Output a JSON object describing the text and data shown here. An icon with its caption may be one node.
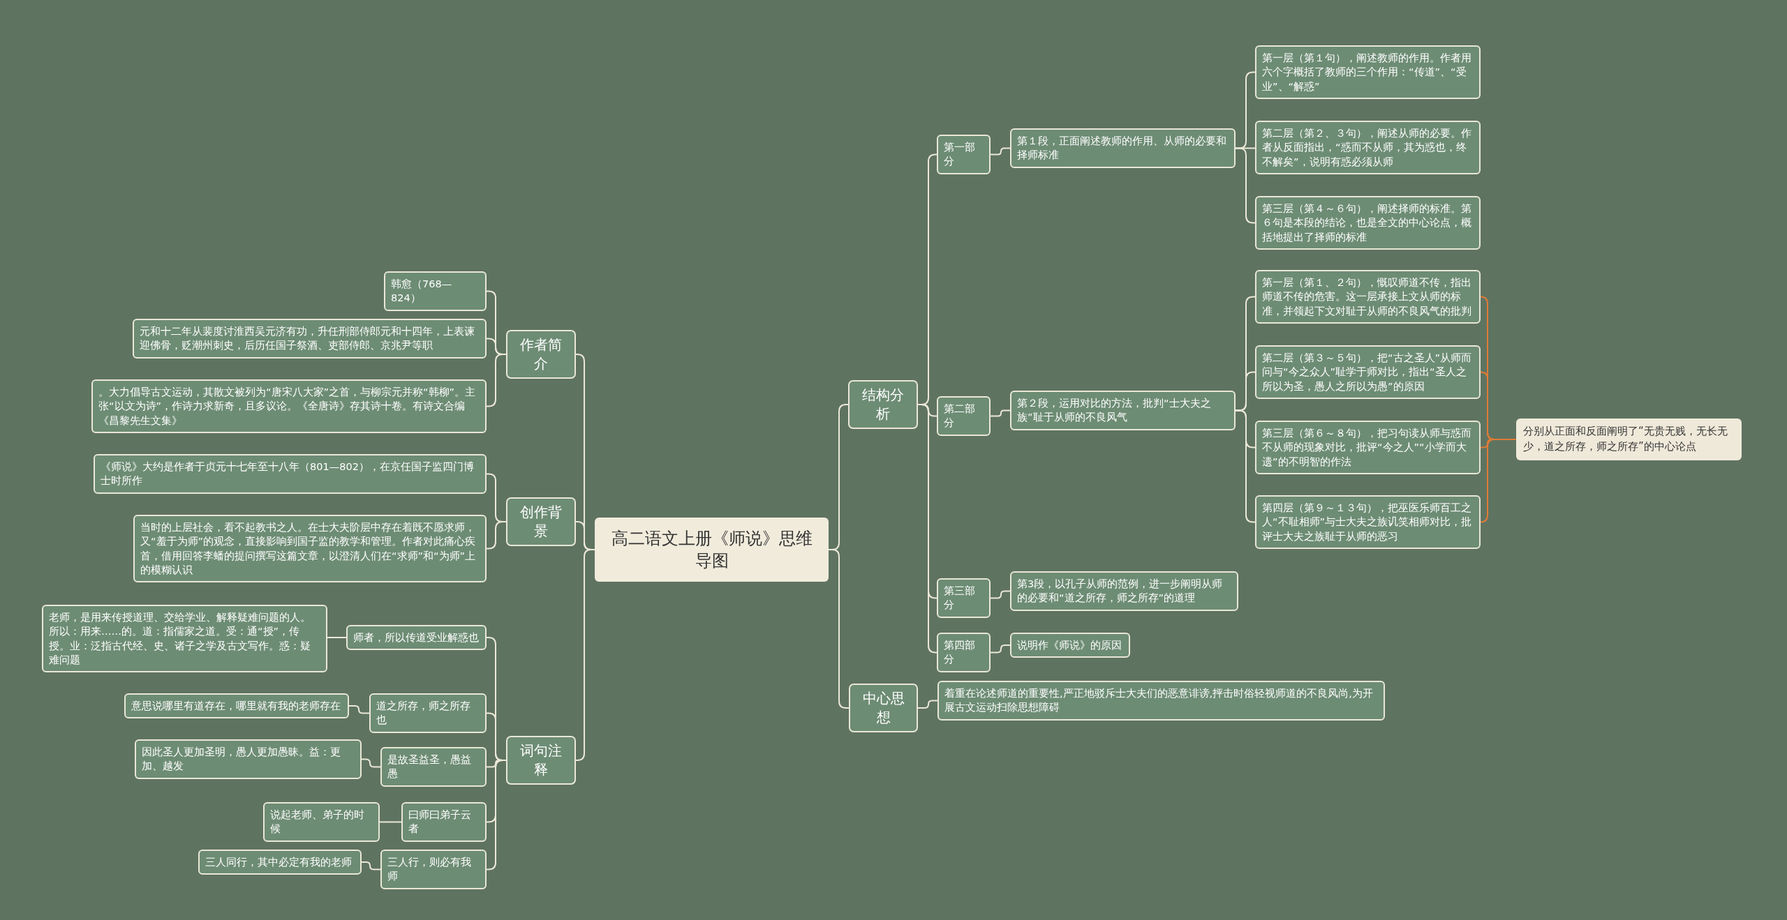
{
  "diagram": {
    "nodes": [
      {
        "text": [
          "高二语文上册《师说》思维导图"
        ]
      },
      {
        "text": [
          "作者简介"
        ]
      },
      {
        "text": [
          "韩愈（768—824）"
        ]
      },
      {
        "text": [
          "元和十二年从裴度讨淮西吴元济有功，升任刑部侍郎元和十四年，上表谏迎佛骨，贬潮州刺史，后历任国子祭酒、吏部侍郎、京兆尹等职"
        ]
      },
      {
        "text": [
          "。大力倡导古文运动，其散文被列为“唐宋八大家”之首，与柳宗元并称“韩柳”。主张“以文为诗”，作诗力求新奇，且多议论。《全唐诗》存其诗十卷。有诗文合编《昌黎先生文集》"
        ]
      },
      {
        "text": [
          "创作背景"
        ]
      },
      {
        "text": [
          "《师说》大约是作者于贞元十七年至十八年（801—802），在京任国子监四门博士时所作"
        ]
      },
      {
        "text": [
          "当时的上层社会，看不起教书之人。在士大夫阶层中存在着既不愿求师，又“羞于为师”的观念，直接影响到国子监的教学和管理。作者对此痛心疾首，借用回答李蟠的提问撰写这篇文章，以澄清人们在“求师”和“为师”上的模糊认识"
        ]
      },
      {
        "text": [
          "词句注释"
        ]
      },
      {
        "text": [
          "师者，所以传道受业解惑也"
        ]
      },
      {
        "text": [
          "老师，是用来传授道理、交给学业、解释疑难问题的人。所以：用来……的。道：指儒家之道。受：通“授”，传授。业：泛指古代经、史、诸子之学及古文写作。惑：疑难问题"
        ]
      },
      {
        "text": [
          "道之所存，师之所存也"
        ]
      },
      {
        "text": [
          "意思说哪里有道存在，哪里就有我的老师存在"
        ]
      },
      {
        "text": [
          "是故圣益圣，愚益愚"
        ]
      },
      {
        "text": [
          "因此圣人更加圣明，愚人更加愚昧。益：更加、越发"
        ]
      },
      {
        "text": [
          "曰师曰弟子云者"
        ]
      },
      {
        "text": [
          "说起老师、弟子的时候"
        ]
      },
      {
        "text": [
          "三人行，则必有我师"
        ]
      },
      {
        "text": [
          "三人同行，其中必定有我的老师"
        ]
      },
      {
        "text": [
          "结构分析"
        ]
      },
      {
        "text": [
          "第一部分"
        ]
      },
      {
        "text": [
          "第１段，正面阐述教师的作用、从师的必要和择师标准"
        ]
      },
      {
        "text": [
          "第一层（第１句），阐述教师的作用。作者用六个字概括了教师的三个作用：“传道”、“受业”、“解惑”"
        ]
      },
      {
        "text": [
          "第二层（第２、３句），阐述从师的必要。作者从反面指出，“惑而不从师，其为惑也，终不解矣”，说明有惑必须从师"
        ]
      },
      {
        "text": [
          "第三层（第４～６句），阐述择师的标准。第６句是本段的结论，也是全文的中心论点，概括地提出了择师的标准"
        ]
      },
      {
        "text": [
          "第二部分"
        ]
      },
      {
        "text": [
          "第２段，运用对比的方法，批判“士大夫之族”耻于从师的不良风气"
        ]
      },
      {
        "text": [
          "第一层（第１、２句），慨叹师道不传，指出师道不传的危害。这一层承接上文从师的标准，并领起下文对耻于从师的不良风气的批判"
        ]
      },
      {
        "text": [
          "第二层（第３～５句），把“古之圣人”从师而问与“今之众人”耻学于师对比，指出“圣人之所以为圣，愚人之所以为愚”的原因"
        ]
      },
      {
        "text": [
          "第三层（第６～８句），把习句读从师与惑而不从师的现象对比，批评“今之人”“小学而大遗”的不明智的作法"
        ]
      },
      {
        "text": [
          "第四层（第９～１３句），把巫医乐师百工之人“不耻相师”与士大夫之族讥笑相师对比，批评士大夫之族耻于从师的恶习"
        ]
      },
      {
        "text": [
          "分别从正面和反面阐明了“无贵无贱，无长无少，道之所存，师之所存”的中心论点"
        ]
      },
      {
        "text": [
          "第三部分"
        ]
      },
      {
        "text": [
          "第3段，以孔子从师的范例，进一步阐明从师的必要和“道之所存，师之所存”的道理"
        ]
      },
      {
        "text": [
          "第四部分"
        ]
      },
      {
        "text": [
          "说明作《师说》的原因"
        ]
      },
      {
        "text": [
          "中心思想"
        ]
      },
      {
        "text": [
          "着重在论述师道的重要性,严正地驳斥士大夫们的恶意诽谤,抨击时俗轻视师道的不良风尚,为开展古文运动扫除思想障碍"
        ]
      }
    ],
    "edges": [
      {
        "from": 0,
        "to": 1,
        "arrow": "none"
      },
      {
        "from": 1,
        "to": 2,
        "arrow": "none"
      },
      {
        "from": 1,
        "to": 3,
        "arrow": "none"
      },
      {
        "from": 1,
        "to": 4,
        "arrow": "none"
      },
      {
        "from": 0,
        "to": 5,
        "arrow": "none"
      },
      {
        "from": 5,
        "to": 6,
        "arrow": "none"
      },
      {
        "from": 5,
        "to": 7,
        "arrow": "none"
      },
      {
        "from": 0,
        "to": 8,
        "arrow": "none"
      },
      {
        "from": 8,
        "to": 9,
        "arrow": "none"
      },
      {
        "from": 9,
        "to": 10,
        "arrow": "none"
      },
      {
        "from": 8,
        "to": 11,
        "arrow": "none"
      },
      {
        "from": 11,
        "to": 12,
        "arrow": "none"
      },
      {
        "from": 8,
        "to": 13,
        "arrow": "none"
      },
      {
        "from": 13,
        "to": 14,
        "arrow": "none"
      },
      {
        "from": 8,
        "to": 15,
        "arrow": "none"
      },
      {
        "from": 15,
        "to": 16,
        "arrow": "none"
      },
      {
        "from": 8,
        "to": 17,
        "arrow": "none"
      },
      {
        "from": 17,
        "to": 18,
        "arrow": "none"
      },
      {
        "from": 0,
        "to": 19,
        "arrow": "none"
      },
      {
        "from": 19,
        "to": 20,
        "arrow": "none"
      },
      {
        "from": 20,
        "to": 21,
        "arrow": "none"
      },
      {
        "from": 21,
        "to": 22,
        "arrow": "none"
      },
      {
        "from": 21,
        "to": 23,
        "arrow": "none"
      },
      {
        "from": 21,
        "to": 24,
        "arrow": "none"
      },
      {
        "from": 19,
        "to": 25,
        "arrow": "none"
      },
      {
        "from": 25,
        "to": 26,
        "arrow": "none"
      },
      {
        "from": 26,
        "to": 27,
        "arrow": "none"
      },
      {
        "from": 26,
        "to": 28,
        "arrow": "none"
      },
      {
        "from": 26,
        "to": 29,
        "arrow": "none"
      },
      {
        "from": 26,
        "to": 30,
        "arrow": "none"
      },
      {
        "from": 27,
        "to": 31,
        "arrow": "none",
        "color": "#e07b35"
      },
      {
        "from": 28,
        "to": 31,
        "arrow": "none",
        "color": "#e07b35"
      },
      {
        "from": 29,
        "to": 31,
        "arrow": "none",
        "color": "#e07b35"
      },
      {
        "from": 30,
        "to": 31,
        "arrow": "none",
        "color": "#e07b35"
      },
      {
        "from": 19,
        "to": 32,
        "arrow": "none"
      },
      {
        "from": 32,
        "to": 33,
        "arrow": "none"
      },
      {
        "from": 19,
        "to": 34,
        "arrow": "none"
      },
      {
        "from": 34,
        "to": 35,
        "arrow": "none"
      },
      {
        "from": 0,
        "to": 36,
        "arrow": "none"
      },
      {
        "from": 36,
        "to": 37,
        "arrow": "none"
      }
    ]
  }
}
